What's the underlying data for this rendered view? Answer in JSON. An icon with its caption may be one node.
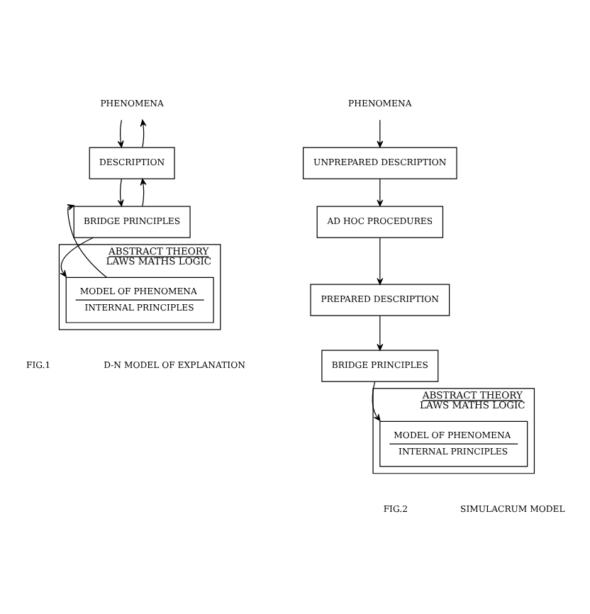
{
  "diagram": {
    "nodes": [
      {
        "text": [
          "PHENOMENA"
        ]
      },
      {
        "text": [
          "DESCRIPTION"
        ]
      },
      {
        "text": [
          "BRIDGE PRINCIPLES"
        ]
      },
      {
        "text": [
          "ABSTRACT THEORY",
          "LAWS MATHS LOGIC"
        ]
      },
      {
        "text": [
          "MODEL OF PHENOMENA",
          "INTERNAL PRINCIPLES"
        ],
        "in": 3
      },
      {
        "text": [
          "PHENOMENA"
        ]
      },
      {
        "text": [
          "UNPREPARED DESCRIPTION"
        ]
      },
      {
        "text": [
          "AD HOC PROCEDURES"
        ]
      },
      {
        "text": [
          "PREPARED DESCRIPTION"
        ]
      },
      {
        "text": [
          "BRIDGE PRINCIPLES"
        ]
      },
      {
        "text": [
          "ABSTRACT THEORY",
          "LAWS MATHS LOGIC"
        ]
      },
      {
        "text": [
          "MODEL OF PHENOMENA",
          "INTERNAL PRINCIPLES"
        ],
        "in": 10
      }
    ],
    "edges": [
      {
        "from": 0,
        "to": 1,
        "arrow": "to"
      },
      {
        "from": 1,
        "to": 0,
        "arrow": "to"
      },
      {
        "from": 1,
        "to": 2,
        "arrow": "to"
      },
      {
        "from": 2,
        "to": 1,
        "arrow": "to"
      },
      {
        "from": 2,
        "to": 4,
        "arrow": "to"
      },
      {
        "from": 4,
        "to": 2,
        "arrow": "to"
      },
      {
        "from": 5,
        "to": 6,
        "arrow": "to"
      },
      {
        "from": 6,
        "to": 7,
        "arrow": "to"
      },
      {
        "from": 7,
        "to": 8,
        "arrow": "to"
      },
      {
        "from": 8,
        "to": 9,
        "arrow": "to"
      },
      {
        "from": 9,
        "to": 11,
        "arrow": "to"
      }
    ],
    "labels": [
      "FIG.1",
      "D-N MODEL OF EXPLANATION",
      "FIG.2",
      "SIMULACRUM MODEL"
    ]
  }
}
